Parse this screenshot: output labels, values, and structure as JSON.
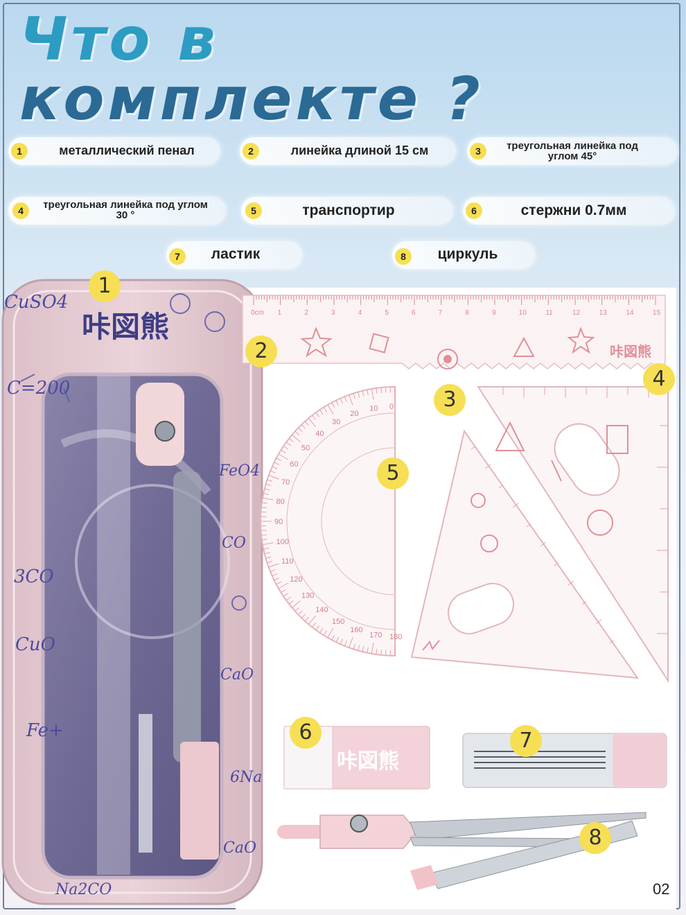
{
  "title": {
    "line1": "Что в",
    "line2": "комплекте ?"
  },
  "items": [
    {
      "n": "1",
      "label": "металлический пенал"
    },
    {
      "n": "2",
      "label": "линейка длиной 15 см"
    },
    {
      "n": "3",
      "label": "треугольная линейка под углом 45°"
    },
    {
      "n": "4",
      "label": "треугольная линейка под углом 30 °"
    },
    {
      "n": "5",
      "label": "транспортир"
    },
    {
      "n": "6",
      "label": "стержни 0.7мм"
    },
    {
      "n": "7",
      "label": "ластик"
    },
    {
      "n": "8",
      "label": "циркуль"
    }
  ],
  "callouts": [
    "1",
    "2",
    "3",
    "4",
    "5",
    "6",
    "7",
    "8"
  ],
  "case_labels": {
    "brand": "咔図熊",
    "formulas": [
      "CuSO4",
      "C=200",
      "FeO4",
      "3CO",
      "CO",
      "CuO",
      "Fe+",
      "CaO",
      "6Na",
      "Na2CO",
      "CaO"
    ]
  },
  "ruler_numbers": [
    "0cm",
    "1",
    "2",
    "3",
    "4",
    "5",
    "6",
    "7",
    "8",
    "9",
    "10",
    "11",
    "12",
    "13",
    "14",
    "15"
  ],
  "protractor_numbers": [
    "180",
    "170",
    "160",
    "150",
    "140",
    "130",
    "120",
    "110",
    "100",
    "90",
    "80",
    "70",
    "60",
    "50",
    "40",
    "30",
    "20",
    "10",
    "0"
  ],
  "eraser_brand": "咔図熊",
  "page_number": "02",
  "colors": {
    "accent_yellow": "#f6df55",
    "title_blue": "#2b6a94",
    "case_pink": "#e9cfd6",
    "ruler_pink": "#e48c93"
  }
}
